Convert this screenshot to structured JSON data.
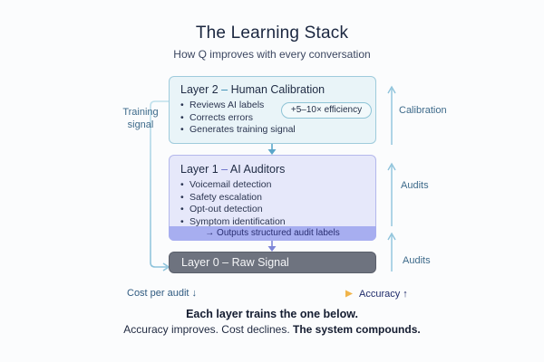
{
  "header": {
    "title": "The Learning Stack",
    "subtitle": "How Q improves with every conversation"
  },
  "layers": {
    "layer2": {
      "prefix": "Layer 2",
      "sep": " – ",
      "name": "Human Calibration",
      "items": [
        "Reviews AI labels",
        "Corrects errors",
        "Generates training signal"
      ],
      "badge": "+5–10× efficiency"
    },
    "layer1": {
      "prefix": "Layer 1",
      "sep": " – ",
      "name": "AI Auditors",
      "items": [
        "Voicemail detection",
        "Safety escalation",
        "Opt-out detection",
        "Symptom identification"
      ],
      "footer": "→ Outputs structured audit labels"
    },
    "layer0": {
      "prefix": "Layer 0",
      "sep": " – ",
      "name": "Raw Signal"
    }
  },
  "side_labels": {
    "left": "Training signal",
    "right_top": "Calibration",
    "right_mid": "Audits",
    "right_bottom": "Audits"
  },
  "axis": {
    "cost": "Cost per audit ↓",
    "accuracy": "Accuracy ↑"
  },
  "footer": {
    "line1": "Each layer trains the one below.",
    "line2_a": "Accuracy improves. Cost declines. ",
    "line2_b": "The system compounds."
  },
  "colors": {
    "layer2_bg": "#e9f4f8",
    "layer1_bg": "#e6e8fa",
    "layer1_footer": "#a7aef0",
    "layer0_bg": "#6e737f",
    "arrow_blue": "#5aa6c9",
    "gradient_start": "#9ec9e3",
    "gradient_end": "#f0b44a"
  }
}
